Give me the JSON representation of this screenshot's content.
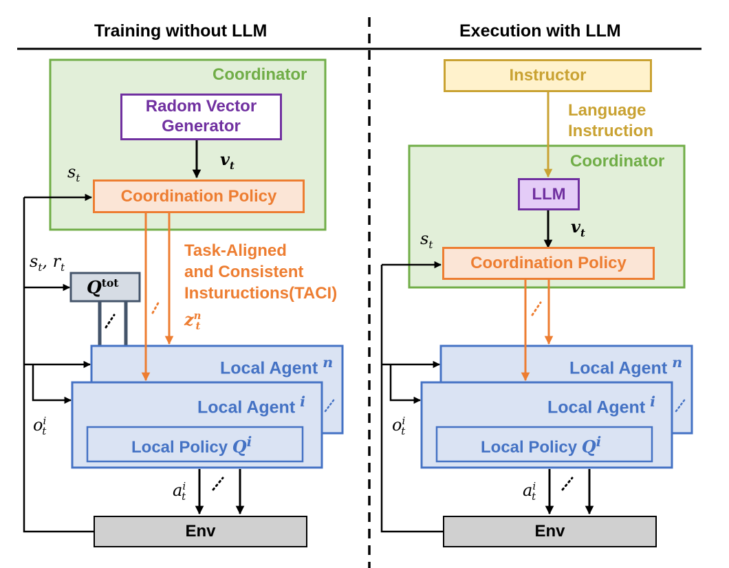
{
  "left_panel": {
    "header": "Training without LLM",
    "coordinator_label": "Coordinator",
    "generator": {
      "line1": "Radom Vector",
      "line2": "Generator"
    },
    "policy": "Coordination Policy",
    "v_label": "v",
    "v_sub": "t",
    "s_label": "s",
    "s_sub": "t",
    "sr_label": "s",
    "sr_sub1": "t",
    "sr_r": "r",
    "sr_sub2": "t",
    "qtot": "Q",
    "qtot_sup": "tot",
    "taci": {
      "line1": "Task-Aligned",
      "line2": "and Consistent",
      "line3": "Instuructions(TACI)"
    },
    "z_label": "z",
    "z_sup": "n",
    "z_sub": "t",
    "agent_n": "Local Agent",
    "agent_n_sup": "n",
    "agent_i": "Local Agent",
    "agent_i_sup": "i",
    "local_policy": "Local Policy",
    "local_policy_q": "Q",
    "local_policy_sup": "i",
    "o_label": "o",
    "o_sup": "i",
    "o_sub": "t",
    "a_label": "a",
    "a_sup": "i",
    "a_sub": "t",
    "env": "Env"
  },
  "right_panel": {
    "header": "Execution with LLM",
    "instructor": "Instructor",
    "lang": {
      "line1": "Language",
      "line2": "Instruction"
    },
    "coordinator_label": "Coordinator",
    "llm": "LLM",
    "policy": "Coordination Policy",
    "v_label": "v",
    "v_sub": "t",
    "s_label": "s",
    "s_sub": "t",
    "agent_n": "Local Agent",
    "agent_n_sup": "n",
    "agent_i": "Local Agent",
    "agent_i_sup": "i",
    "local_policy": "Local Policy",
    "local_policy_q": "Q",
    "local_policy_sup": "i",
    "o_label": "o",
    "o_sup": "i",
    "o_sub": "t",
    "a_label": "a",
    "a_sup": "i",
    "a_sub": "t",
    "env": "Env"
  },
  "colors": {
    "coordinator_fill": "#e2efd9",
    "coordinator_border": "#70ad47",
    "generator_border": "#7030a0",
    "policy_fill": "#fbe5d6",
    "policy_border": "#ed7d31",
    "agent_fill": "#dae3f3",
    "agent_border": "#4472c4",
    "qtot_fill": "#d6dce4",
    "qtot_border": "#44546a",
    "instructor_fill": "#fff2cc",
    "instructor_border": "#c9a232",
    "llm_fill": "#e4ccf7",
    "llm_border": "#7030a0",
    "env_fill": "#d0d0d0"
  }
}
